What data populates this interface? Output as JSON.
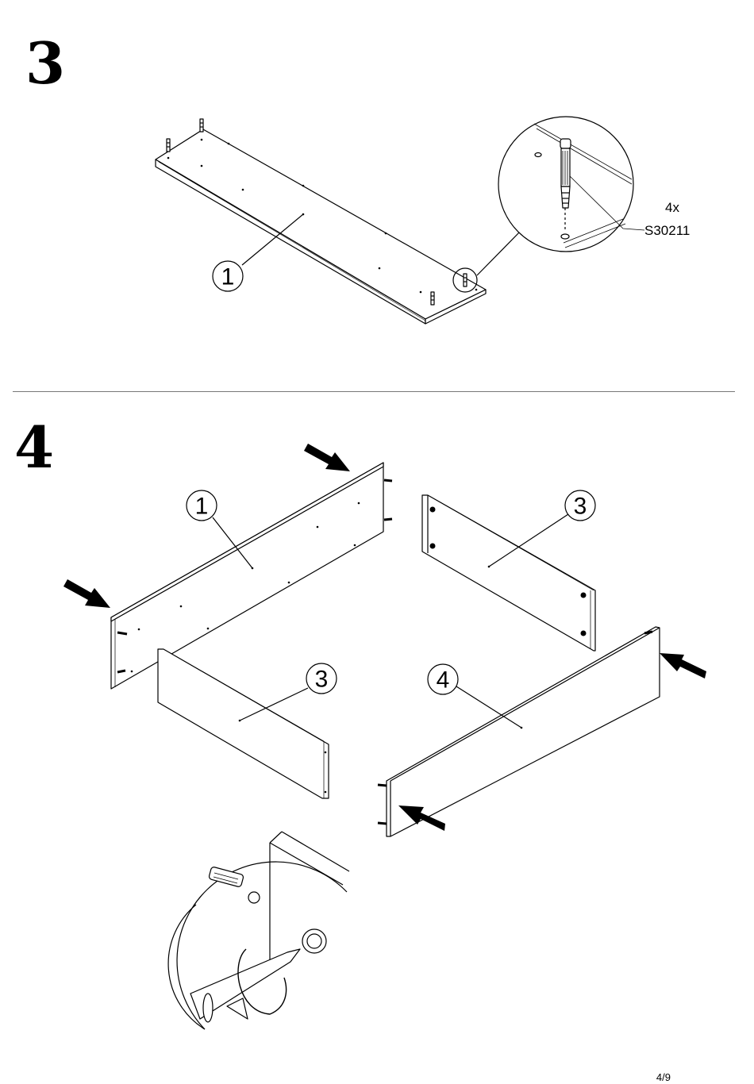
{
  "step3": {
    "number": "3",
    "callout_part": "1",
    "hardware": {
      "quantity": "4x",
      "code": "S30211"
    }
  },
  "step4": {
    "number": "4",
    "callouts": [
      "1",
      "3",
      "3",
      "4"
    ]
  },
  "page": {
    "number": "4/9"
  }
}
